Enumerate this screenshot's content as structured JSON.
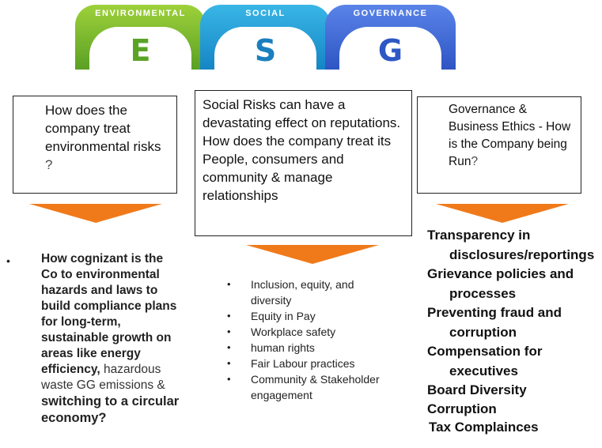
{
  "header": {
    "environmental": {
      "band": "ENVIRONMENTAL",
      "letter": "E"
    },
    "social": {
      "band": "SOCIAL",
      "letter": "S"
    },
    "governance": {
      "band": "GOVERNANCE",
      "letter": "G"
    }
  },
  "questions": {
    "environmental": {
      "text": "How does the company  treat environmental risks ",
      "mark": "?"
    },
    "social": {
      "text": "Social Risks can have a devastating effect on reputations. How does the company treat its People, consumers and community & manage relationships"
    },
    "governance": {
      "text": "Governance & Business Ethics - How is the Company being Run",
      "mark": "?"
    }
  },
  "environmental_points": {
    "part1": "How cognizant is the Co to environmental hazards and laws to build compliance plans for long-term, sustainable growth on areas like energy efficiency,",
    "part2": "hazardous waste GG emissions &",
    "part3": "switching to a circular economy?"
  },
  "social_points": [
    "Inclusion, equity, and diversity",
    "Equity in Pay",
    "Workplace safety",
    "human rights",
    "Fair Labour practices",
    "Community & Stakeholder engagement"
  ],
  "governance_points": [
    {
      "lead": "Transparency in",
      "cont": "disclosures/reportings"
    },
    {
      "lead": "Grievance policies and",
      "cont": "processes"
    },
    {
      "lead": "Preventing fraud and",
      "cont": "corruption"
    },
    {
      "lead": "Compensation for",
      "cont": "executives"
    },
    {
      "lead": "Board Diversity",
      "cont": ""
    },
    {
      "lead": "Corruption",
      "cont": ""
    },
    {
      "lead": "Tax Complainces",
      "cont": ""
    }
  ],
  "colors": {
    "arrow": "#f07a1a",
    "env": "#5ba325",
    "soc": "#1a7fbe",
    "gov": "#2d57c4"
  }
}
